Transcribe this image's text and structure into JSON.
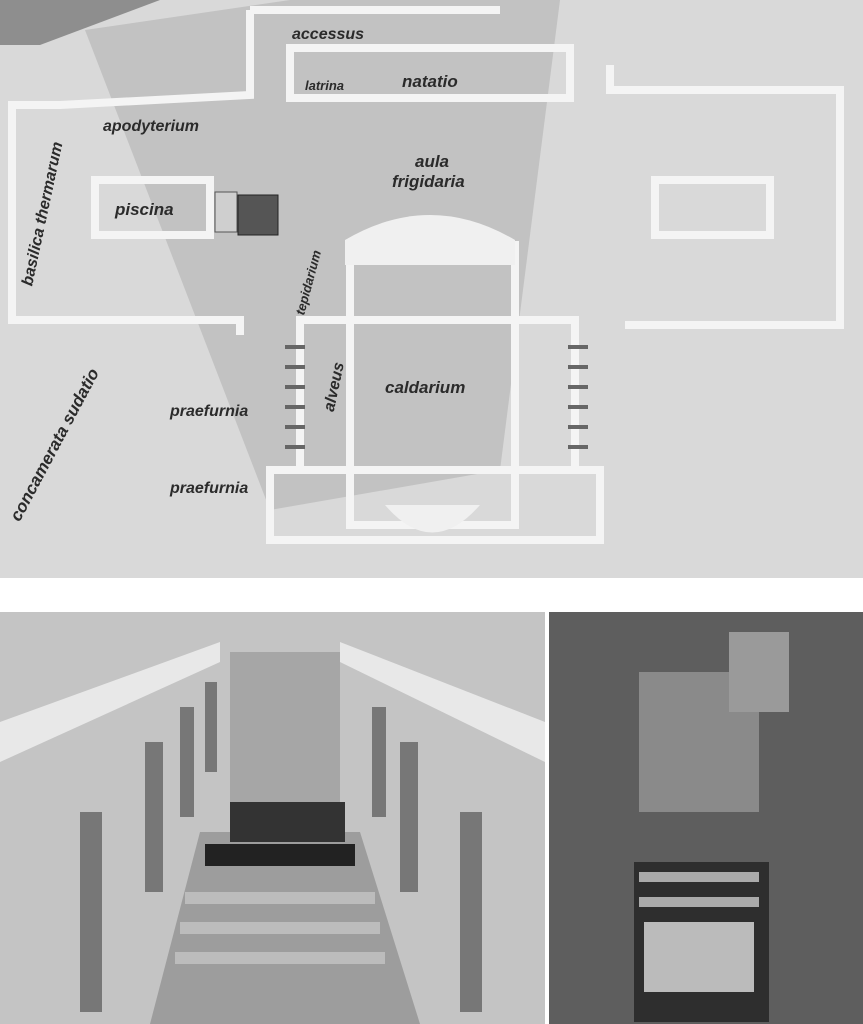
{
  "plan_labels": {
    "accessus": "accessus",
    "latrina": "latrina",
    "natatio": "natatio",
    "apodyterium": "apodyterium",
    "aula_frigidaria_1": "aula",
    "aula_frigidaria_2": "frigidaria",
    "basilica_thermarum": "basilica thermarum",
    "piscina": "piscina",
    "tepidarium": "tepidarium",
    "alveus": "alveus",
    "caldarium": "caldarium",
    "praefurnia_1": "praefurnia",
    "praefurnia_2": "praefurnia",
    "concamerata_sudatio": "concamerata sudatio"
  },
  "colors": {
    "plan_bg": "#d9d9d9",
    "wall": "#f2f2f2",
    "shadow": "#a9a9a9",
    "label": "#2b2b2b"
  }
}
